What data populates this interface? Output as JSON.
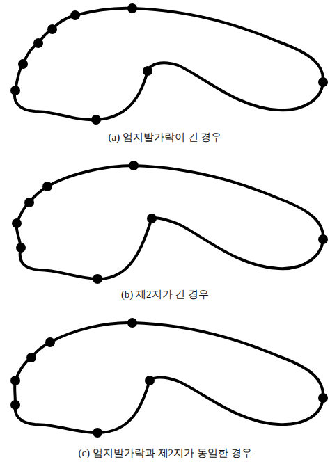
{
  "diagram": {
    "labels": [
      "(a) 엄지발가락이 긴 경우",
      "(b) 제2지가 긴 경우",
      "(c) 엄지발가락과 제2지가 동일한 경우"
    ]
  }
}
